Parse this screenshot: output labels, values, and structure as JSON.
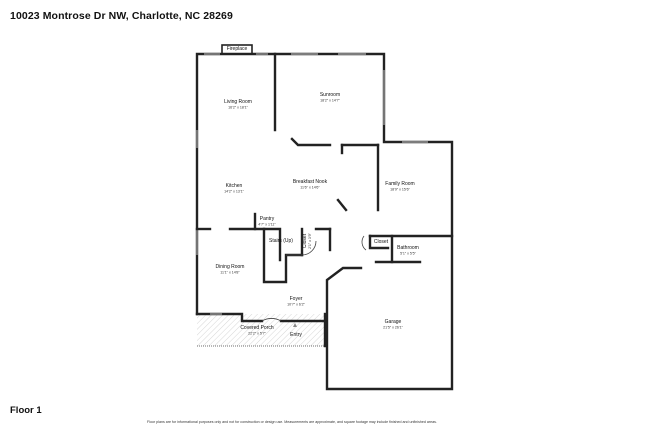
{
  "header": {
    "address": "10023 Montrose Dr NW, Charlotte, NC 28269"
  },
  "footer": {
    "floor": "Floor 1",
    "disclaimer": "Floor plans are for informational purposes only and not for construction or design use. Measurements are approximate, and square footage may include finished and unfinished areas."
  },
  "rooms": {
    "fireplace": {
      "name": "Fireplace"
    },
    "living_room": {
      "name": "Living Room",
      "dims": "16'2\" x 18'1\""
    },
    "sunroom": {
      "name": "Sunroom",
      "dims": "18'2\" x 14'7\""
    },
    "kitchen": {
      "name": "Kitchen",
      "dims": "14'2\" x 13'1\""
    },
    "breakfast_nook": {
      "name": "Breakfast Nook",
      "dims": "11'6\" x 14'6\""
    },
    "family_room": {
      "name": "Family Room",
      "dims": "18'9\" x 15'6\""
    },
    "pantry": {
      "name": "Pantry",
      "dims": "4'7\" x 1'11\""
    },
    "stairs": {
      "name": "Stairs (Up)"
    },
    "closet_stairs": {
      "name": "Closet",
      "dims": "2'1\" x 3'9\""
    },
    "closet": {
      "name": "Closet"
    },
    "bathroom": {
      "name": "Bathroom",
      "dims": "5'1\" x 5'5\""
    },
    "dining_room": {
      "name": "Dining Room",
      "dims": "11'1\" x 14'8\""
    },
    "foyer": {
      "name": "Foyer",
      "dims": "10'7\" x 6'2\""
    },
    "covered_porch": {
      "name": "Covered Porch",
      "dims": "22'2\" x 5'7\""
    },
    "entry": {
      "name": "Entry"
    },
    "garage": {
      "name": "Garage",
      "dims": "21'5\" x 26'1\""
    }
  }
}
